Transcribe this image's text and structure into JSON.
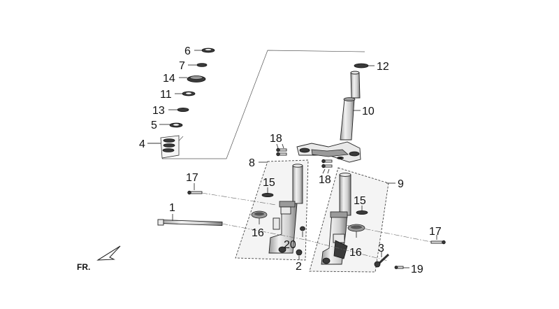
{
  "diagram": {
    "callouts": {
      "c1": "1",
      "c2": "2",
      "c3": "3",
      "c4": "4",
      "c5": "5",
      "c6": "6",
      "c7": "7",
      "c8": "8",
      "c9": "9",
      "c10": "10",
      "c11": "11",
      "c12": "12",
      "c13": "13",
      "c14": "14",
      "c15a": "15",
      "c15b": "15",
      "c16a": "16",
      "c16b": "16",
      "c17a": "17",
      "c17b": "17",
      "c18a": "18",
      "c18b": "18",
      "c19": "19",
      "c20": "20"
    },
    "direction_label": "FR."
  }
}
